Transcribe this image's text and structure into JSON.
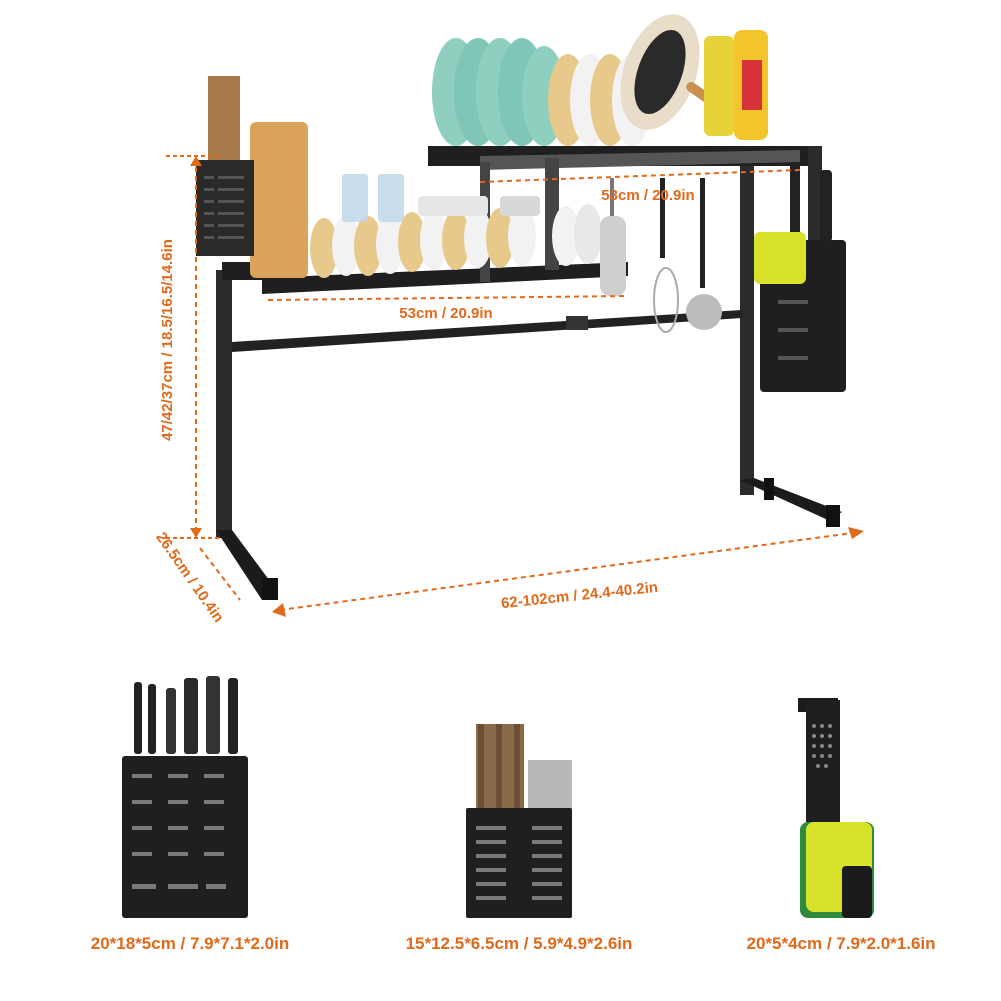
{
  "colors": {
    "accent": "#e0691a",
    "rack": "#2b2b2d",
    "rack_dark": "#1b1b1d",
    "sponge_yellow": "#d8e22a",
    "sponge_green": "#2f8a3a"
  },
  "rack": {
    "height_label": "47/42/37cm / 18.5/16.5/14.6in",
    "depth_label": "26.5cm / 10.4in",
    "width_label": "62-102cm / 24.4-40.2in",
    "upper_shelf_label": "53cm / 20.9in",
    "lower_shelf_label": "53cm / 20.9in"
  },
  "accessories": [
    {
      "name": "knife-block",
      "icon": "knife-block-icon",
      "caption": "20*18*5cm / 7.9*7.1*2.0in"
    },
    {
      "name": "utensil-holder",
      "icon": "utensil-holder-icon",
      "caption": "15*12.5*6.5cm / 5.9*4.9*2.6in"
    },
    {
      "name": "sponge-holder",
      "icon": "sponge-holder-icon",
      "caption": "20*5*4cm / 7.9*2.0*1.6in"
    }
  ]
}
